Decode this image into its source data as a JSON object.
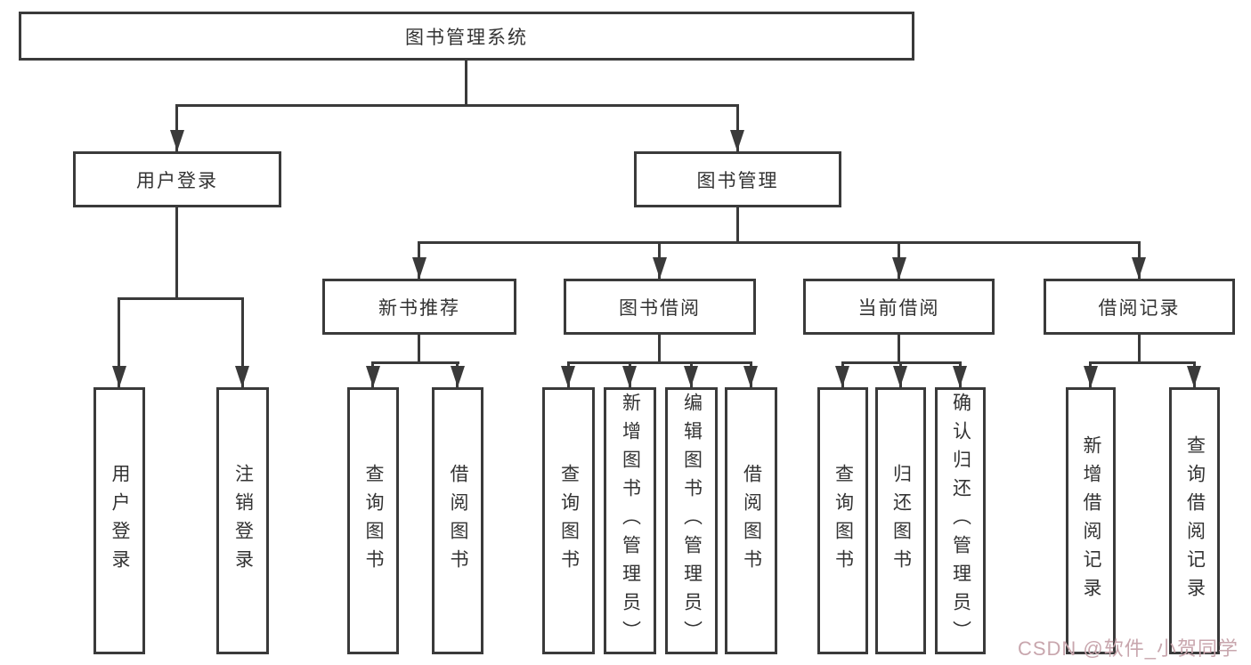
{
  "diagram": {
    "root": {
      "label": "图书管理系统"
    },
    "level2": [
      {
        "id": "user-login",
        "label": "用户登录"
      },
      {
        "id": "book-management",
        "label": "图书管理"
      }
    ],
    "level3": [
      {
        "id": "new-book-recommend",
        "parent": "book-management",
        "label": "新书推荐"
      },
      {
        "id": "book-borrowing",
        "parent": "book-management",
        "label": "图书借阅"
      },
      {
        "id": "current-borrowing",
        "parent": "book-management",
        "label": "当前借阅"
      },
      {
        "id": "borrowing-records",
        "parent": "book-management",
        "label": "借阅记录"
      }
    ],
    "leaves": [
      {
        "parent": "user-login",
        "label": "用户登录"
      },
      {
        "parent": "user-login",
        "label": "注销登录"
      },
      {
        "parent": "new-book-recommend",
        "label": "查询图书"
      },
      {
        "parent": "new-book-recommend",
        "label": "借阅图书"
      },
      {
        "parent": "book-borrowing",
        "label": "查询图书"
      },
      {
        "parent": "book-borrowing",
        "label": "新增图书（管理员）"
      },
      {
        "parent": "book-borrowing",
        "label": "编辑图书（管理员）"
      },
      {
        "parent": "book-borrowing",
        "label": "借阅图书"
      },
      {
        "parent": "current-borrowing",
        "label": "查询图书"
      },
      {
        "parent": "current-borrowing",
        "label": "归还图书"
      },
      {
        "parent": "current-borrowing",
        "label": "确认归还（管理员）"
      },
      {
        "parent": "borrowing-records",
        "label": "新增借阅记录"
      },
      {
        "parent": "borrowing-records",
        "label": "查询借阅记录"
      }
    ]
  },
  "watermark": {
    "text": "CSDN @软件_小贺同学"
  },
  "colors": {
    "line": "#3a3a3a",
    "text": "#333333",
    "background": "#ffffff",
    "watermark": "#c8a6ad"
  }
}
